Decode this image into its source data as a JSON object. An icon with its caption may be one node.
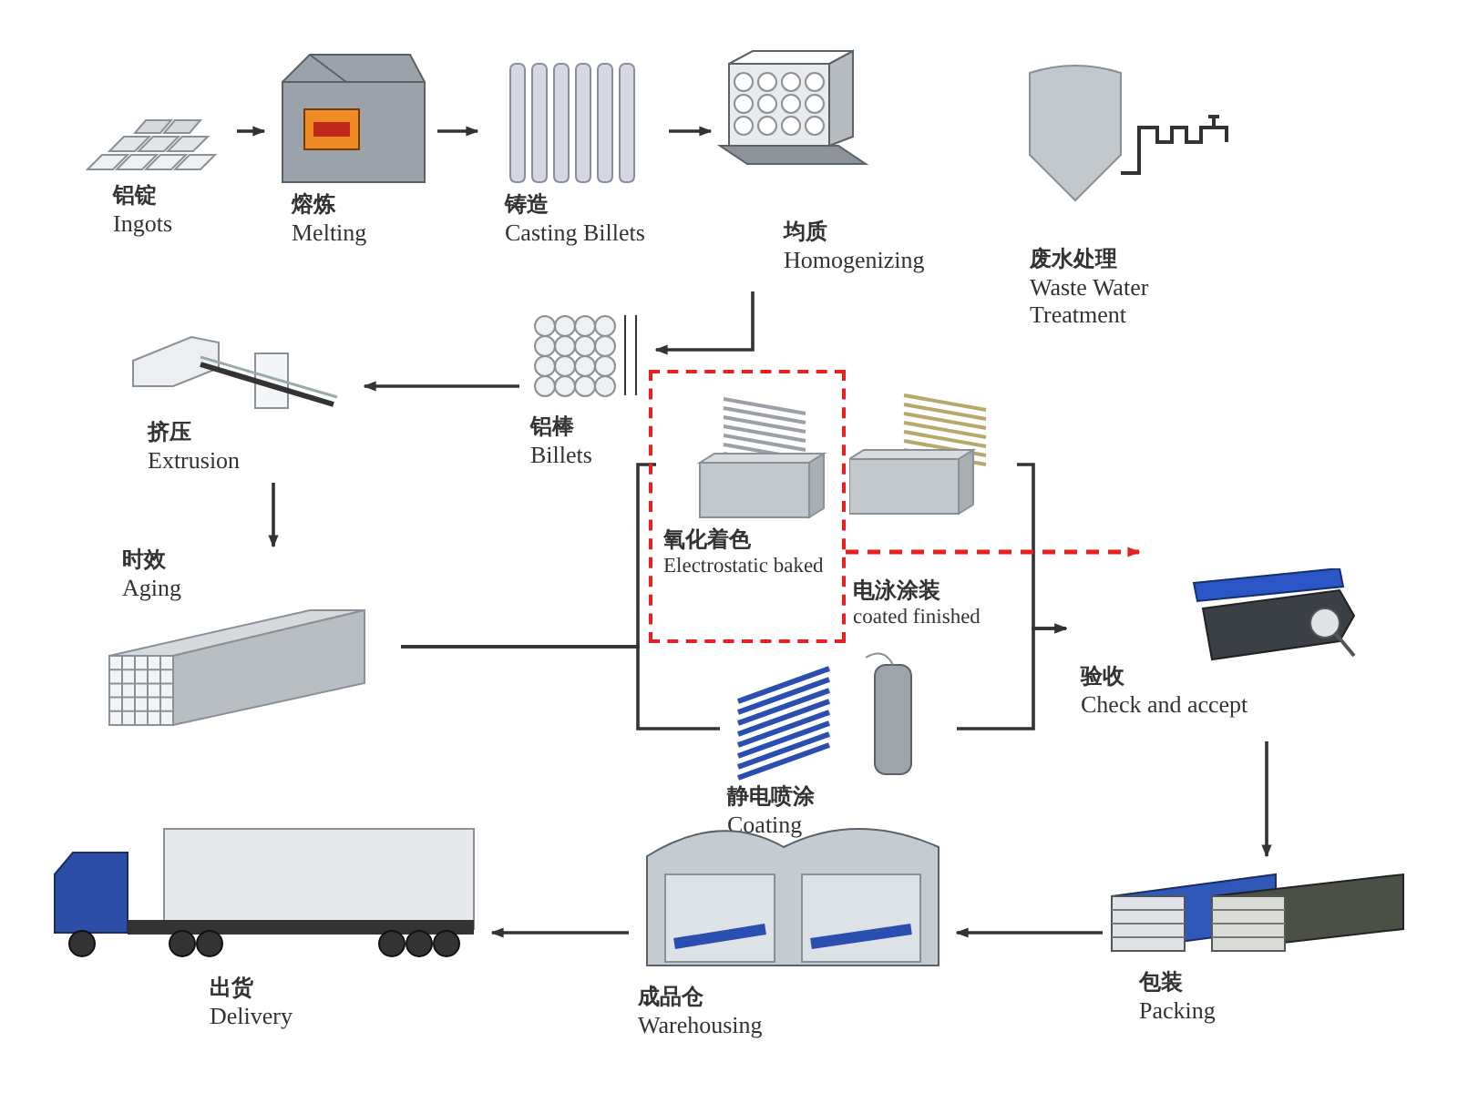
{
  "diagram": {
    "nodes": [
      {
        "text": [
          "铝锭",
          "Ingots"
        ]
      },
      {
        "text": [
          "熔炼",
          "Melting"
        ]
      },
      {
        "text": [
          "铸造",
          "Casting Billets"
        ]
      },
      {
        "text": [
          "均质",
          "Homogenizing"
        ]
      },
      {
        "text": [
          "废水处理",
          "Waste Water Treatment"
        ]
      },
      {
        "text": [
          "铝棒",
          "Billets"
        ]
      },
      {
        "text": [
          "挤压",
          "Extrusion"
        ]
      },
      {
        "text": [
          "时效",
          "Aging"
        ]
      },
      {
        "text": [],
        "shape": "box"
      },
      {
        "text": [
          "氧化着色",
          "Electrostatic baked"
        ],
        "in": 8
      },
      {
        "text": [
          "电泳涂装",
          "coated finished"
        ]
      },
      {
        "text": [
          "静电喷涂",
          "Coating"
        ]
      },
      {
        "text": [
          "验收",
          "Check and accept"
        ]
      },
      {
        "text": [
          "包装",
          "Packing"
        ]
      },
      {
        "text": [
          "成品仓",
          "Warehousing"
        ]
      },
      {
        "text": [
          "出货",
          "Delivery"
        ]
      }
    ],
    "edges": [
      {
        "from": 0,
        "to": 1,
        "arrow": "to"
      },
      {
        "from": 1,
        "to": 2,
        "arrow": "to"
      },
      {
        "from": 2,
        "to": 3,
        "arrow": "to"
      },
      {
        "from": 3,
        "to": 5,
        "arrow": "to"
      },
      {
        "from": 5,
        "to": 6,
        "arrow": "to"
      },
      {
        "from": 6,
        "to": 7,
        "arrow": "to"
      },
      {
        "from": 7,
        "to": 9,
        "arrow": "none"
      },
      {
        "from": 7,
        "to": 11,
        "arrow": "none"
      },
      {
        "from": 10,
        "to": 12,
        "arrow": "to"
      },
      {
        "from": 11,
        "to": 12,
        "arrow": "to"
      },
      {
        "from": 8,
        "to": null,
        "arrow": "to",
        "style": "dashed",
        "color": "#e82020"
      },
      {
        "from": 12,
        "to": 13,
        "arrow": "to"
      },
      {
        "from": 13,
        "to": 14,
        "arrow": "to"
      },
      {
        "from": 14,
        "to": 15,
        "arrow": "to"
      }
    ]
  }
}
